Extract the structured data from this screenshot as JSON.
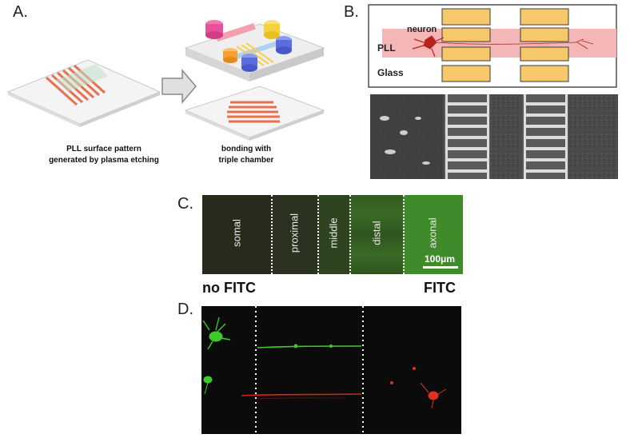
{
  "panels": {
    "a": {
      "letter": "A.",
      "caption_left_line1": "PLL surface pattern",
      "caption_left_line2": "generated by plasma etching",
      "caption_right_line1": "bonding with",
      "caption_right_line2": "triple chamber"
    },
    "b": {
      "letter": "B.",
      "labels": {
        "neuron": "neuron",
        "pll": "PLL",
        "glass": "Glass"
      }
    },
    "c": {
      "letter": "C.",
      "segments": [
        "somal",
        "proximal",
        "middle",
        "distal",
        "axonal"
      ],
      "scale_bar": "100μm",
      "left_label": "no FITC",
      "right_label": "FITC"
    },
    "d": {
      "letter": "D."
    }
  },
  "colors": {
    "pll_stripe": "#e8704f",
    "pll_band": "#f4b6b6",
    "electrode": "#f7c86a",
    "chamber_pink": "#e8509a",
    "chamber_yellow": "#f4d23c",
    "chamber_orange": "#f5a030",
    "chamber_blue": "#5a6ee0",
    "fitc_green": "#3a8a2a",
    "neuron_red": "#b8231c"
  }
}
